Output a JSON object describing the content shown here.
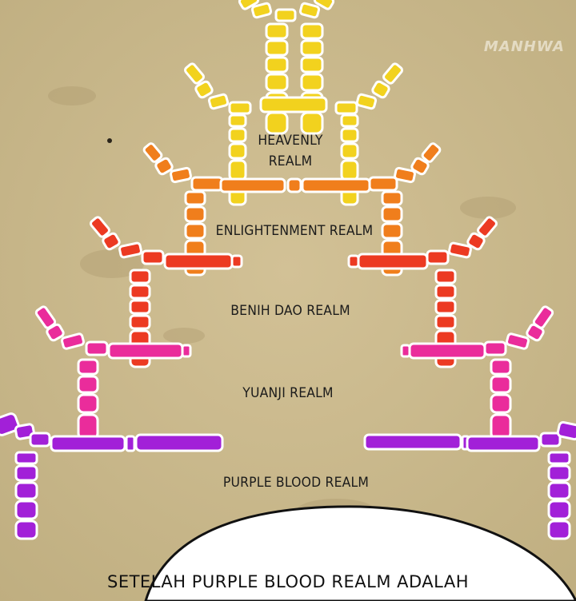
{
  "watermark": "MANHWA",
  "colors": {
    "background": "#cbb98d",
    "heavenly": "#f2d21e",
    "enlightenment": "#f07e1c",
    "benih_dao": "#ec3a22",
    "yuanji": "#ea2c9b",
    "purple_blood": "#a220d8"
  },
  "realms": {
    "heavenly_line1": "HEAVENLY",
    "heavenly_line2": "REALM",
    "enlightenment": "ENLIGHTENMENT REALM",
    "benih_dao": "BENIH DAO REALM",
    "yuanji": "YUANJI REALM",
    "purple_blood": "PURPLE BLOOD REALM"
  },
  "speech_bubble": {
    "text": "SETELAH PURPLE BLOOD REALM ADALAH"
  }
}
